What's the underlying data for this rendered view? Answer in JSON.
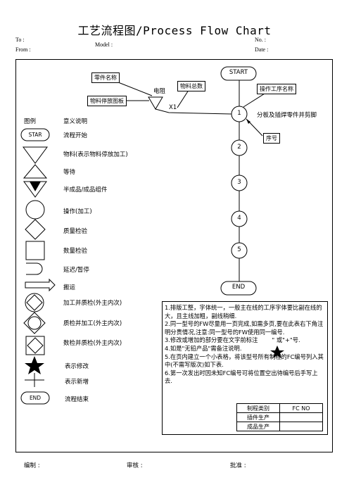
{
  "title": "工艺流程图/Process Flow Chart",
  "header": {
    "to": "To :",
    "from": "From :",
    "model": "Model :",
    "no": "No. :",
    "date": "Date :"
  },
  "diagram": {
    "part_name_label": "零件名称",
    "part_name_value": "电阻",
    "storage_board_label": "物料停放图板",
    "material_total_label": "物料总数",
    "material_qty": "X1",
    "operation_name_label": "操作工序名称",
    "step1_desc": "分板及插焊零件并剪脚",
    "sequence_label": "序号",
    "start": "START",
    "end": "END",
    "steps": [
      "1",
      "2",
      "3",
      "4",
      "5"
    ]
  },
  "legend": {
    "title": "图例",
    "meaning_header": "意义说明",
    "start_symbol_text": "STAR",
    "end_symbol_text": "END",
    "items": [
      "流程开始",
      "物料(表示物料停放加工)",
      "等待",
      "半成品/成品组件",
      "操作(加工)",
      "质量检验",
      "数量检验",
      "延迟/暂停",
      "搬运",
      "加工并质检(外主内次)",
      "质检并加工(外主内次)",
      "数检并质检(外主内次)",
      "表示修改",
      "表示新增",
      "流程结束"
    ]
  },
  "notes": {
    "lines": [
      "1.排版工整，字体统一，一般主在线的工序字体要比副在线的大，且主线加粗，副线稍细.",
      "2.同一型号的FW尽量用一页完成,如需多页,要在此表右下角注明分贵情况,注意:同一型号的FW使用同一编号.",
      "3.修改或增加的部分要在文字前标注",
      "\" 或\"+\"号.",
      "4.如是\"无铅产品\"需备注说明.",
      "5.在页内建立一个小表格，将该型号所有制程的FC编号列入其中(不需写版次)如下表.",
      "6.第一次发出时因未知FC编号可将位置空出待编号后手写上去."
    ],
    "table_header": [
      "制程类别",
      "FC NO"
    ],
    "table_rows": [
      [
        "插件生产",
        ""
      ],
      [
        "成品生产",
        ""
      ]
    ]
  },
  "footer": {
    "prepared": "编制 :",
    "reviewed": "审核 :",
    "approved": "批准 :"
  }
}
